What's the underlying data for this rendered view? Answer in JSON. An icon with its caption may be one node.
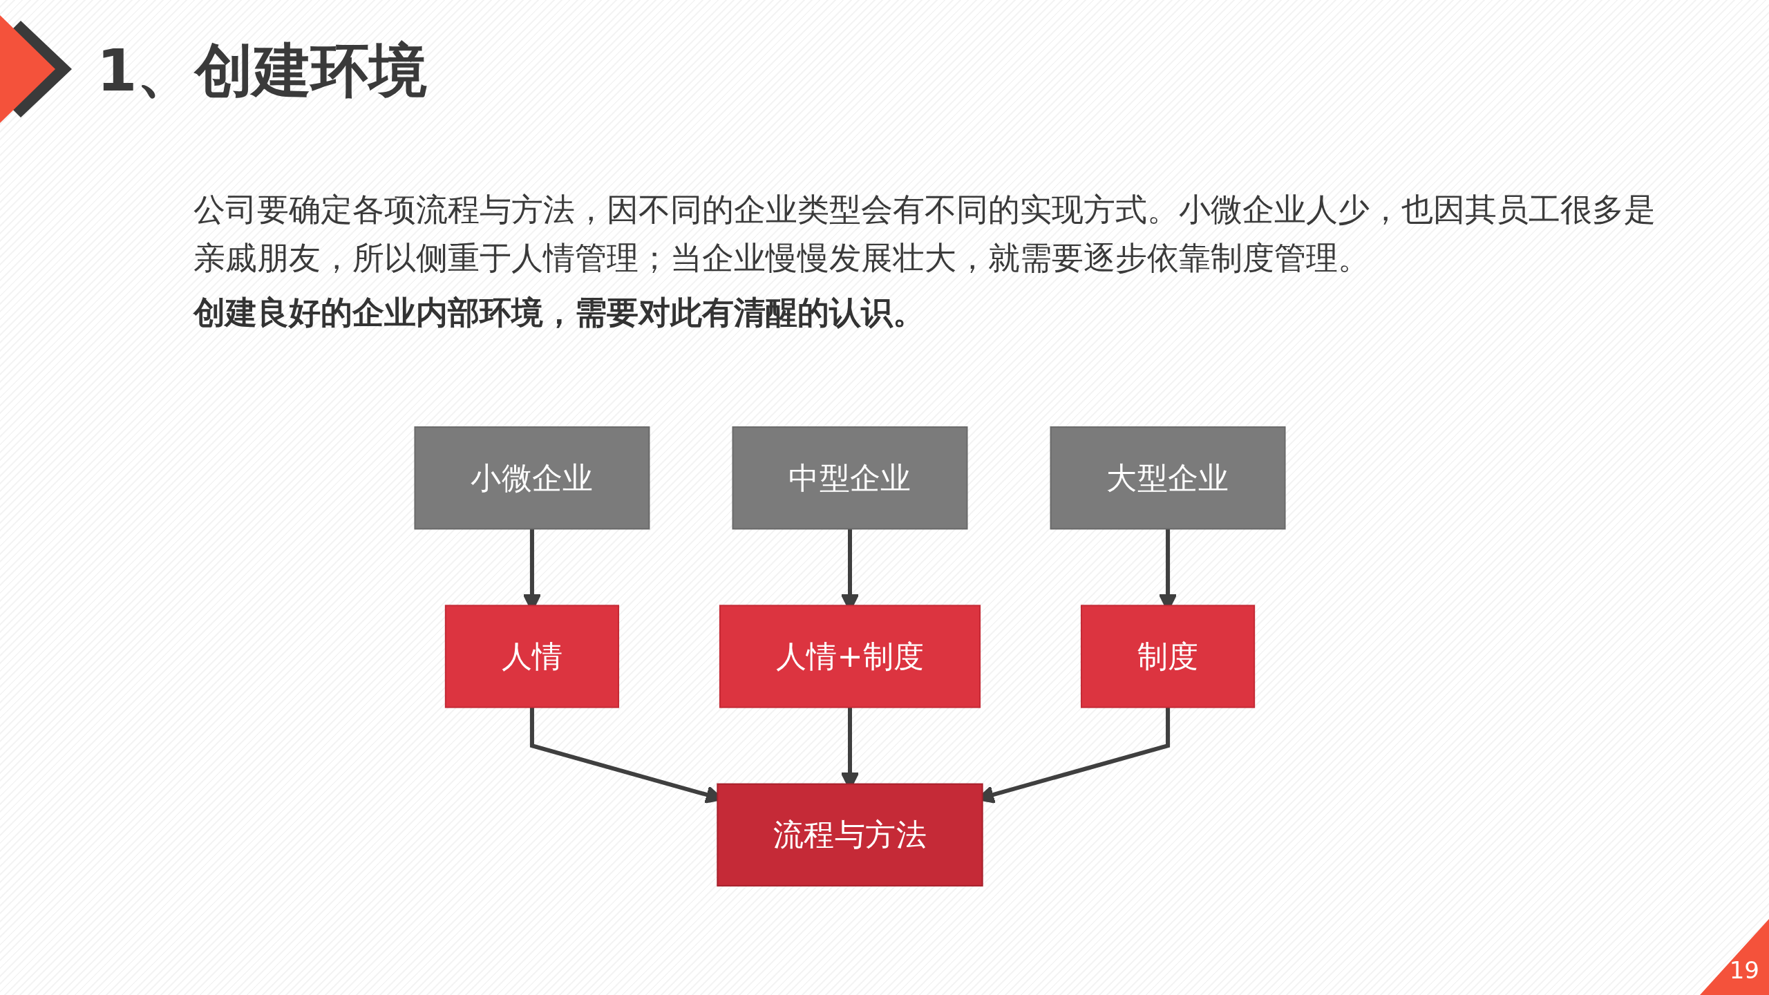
{
  "diagram": {
    "title": "1、创建环境",
    "nodes": [
      {
        "text": [
          "小微企业"
        ]
      },
      {
        "text": [
          "中型企业"
        ]
      },
      {
        "text": [
          "大型企业"
        ]
      },
      {
        "text": [
          "人情"
        ]
      },
      {
        "text": [
          "人情+制度"
        ]
      },
      {
        "text": [
          "制度"
        ]
      },
      {
        "text": [
          "流程与方法"
        ]
      }
    ],
    "edges": [
      {
        "from": 0,
        "to": 3,
        "arrow": "to"
      },
      {
        "from": 1,
        "to": 4,
        "arrow": "to"
      },
      {
        "from": 2,
        "to": 5,
        "arrow": "to"
      },
      {
        "from": 3,
        "to": 6,
        "arrow": "to"
      },
      {
        "from": 4,
        "to": 6,
        "arrow": "to"
      },
      {
        "from": 5,
        "to": 6,
        "arrow": "to"
      }
    ],
    "labels": [
      "公司要确定各项流程与方法，因不同的企业类型会有不同的实现方式。小微企业人少，也因其员工很多是亲戚朋友，所以侧重于人情管理；当企业慢慢发展壮大，就需要逐步依靠制度管理。",
      "创建良好的企业内部环境，需要对此有清醒的认识。",
      "19"
    ]
  }
}
